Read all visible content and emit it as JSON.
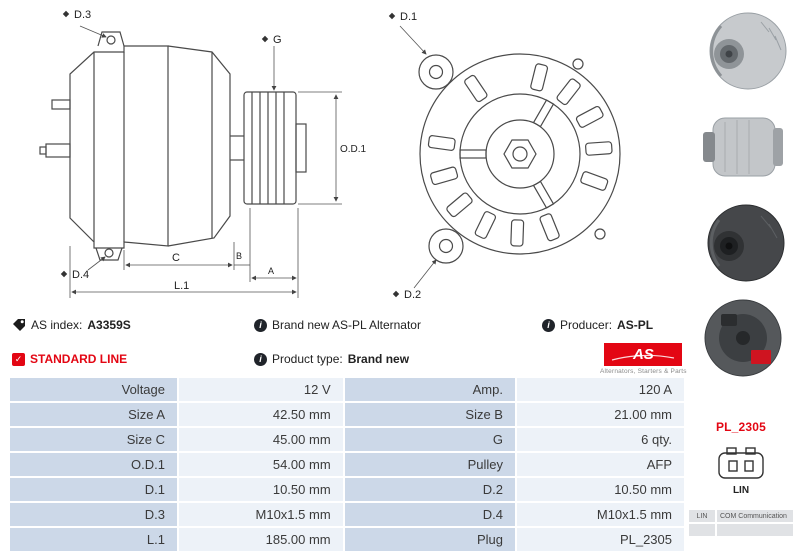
{
  "colors": {
    "accent_red": "#e30613",
    "table_label_bg": "#ccd8e8",
    "table_value_bg": "#edf2f8"
  },
  "icons": {
    "info_glyph": "i",
    "check_glyph": "✓"
  },
  "diagram_side": {
    "labels": {
      "d3": "D.3",
      "g": "G",
      "od1": "O.D.1",
      "d4": "D.4",
      "c": "C",
      "b": "B",
      "a": "A",
      "l1": "L.1"
    }
  },
  "diagram_front": {
    "labels": {
      "d1": "D.1",
      "d2": "D.2"
    }
  },
  "info": {
    "as_index_label": "AS index:",
    "as_index_value": "A3359S",
    "description": "Brand new AS-PL Alternator",
    "producer_label": "Producer:",
    "producer_value": "AS-PL",
    "standard_line": "STANDARD LINE",
    "product_type_label": "Product type:",
    "product_type_value": "Brand new",
    "logo_text": "AS",
    "logo_tagline": "Alternators, Starters & Parts"
  },
  "sidebar": {
    "plug_code": "PL_2305",
    "connector_label": "LIN",
    "legend_key": "LIN",
    "legend_value": "COM Communication"
  },
  "spec_table": {
    "rows": [
      {
        "label1": "Voltage",
        "value1": "12 V",
        "label2": "Amp.",
        "value2": "120 A"
      },
      {
        "label1": "Size A",
        "value1": "42.50 mm",
        "label2": "Size B",
        "value2": "21.00 mm"
      },
      {
        "label1": "Size C",
        "value1": "45.00 mm",
        "label2": "G",
        "value2": "6 qty."
      },
      {
        "label1": "O.D.1",
        "value1": "54.00 mm",
        "label2": "Pulley",
        "value2": "AFP"
      },
      {
        "label1": "D.1",
        "value1": "10.50 mm",
        "label2": "D.2",
        "value2": "10.50 mm"
      },
      {
        "label1": "D.3",
        "value1": "M10x1.5 mm",
        "label2": "D.4",
        "value2": "M10x1.5 mm"
      },
      {
        "label1": "L.1",
        "value1": "185.00 mm",
        "label2": "Plug",
        "value2": "PL_2305"
      }
    ]
  }
}
